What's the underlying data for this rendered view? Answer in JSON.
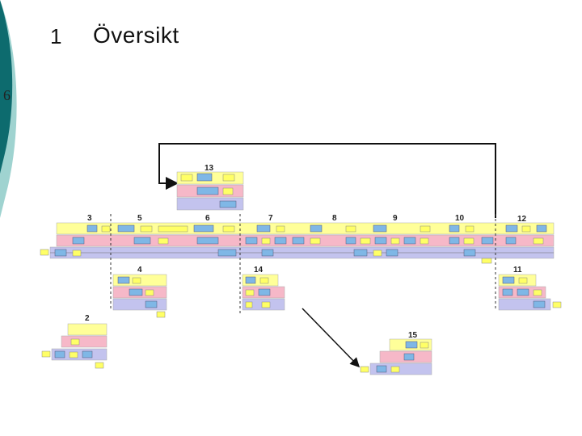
{
  "slide": {
    "number": "1",
    "title": "Översikt",
    "side_digit": "6"
  },
  "diagram": {
    "labels": [
      {
        "id": "l13",
        "text": "13"
      },
      {
        "id": "l3",
        "text": "3"
      },
      {
        "id": "l5",
        "text": "5"
      },
      {
        "id": "l6",
        "text": "6"
      },
      {
        "id": "l7",
        "text": "7"
      },
      {
        "id": "l8",
        "text": "8"
      },
      {
        "id": "l9",
        "text": "9"
      },
      {
        "id": "l10",
        "text": "10"
      },
      {
        "id": "l12",
        "text": "12"
      },
      {
        "id": "l4",
        "text": "4"
      },
      {
        "id": "l14",
        "text": "14"
      },
      {
        "id": "l11",
        "text": "11"
      },
      {
        "id": "l2",
        "text": "2"
      },
      {
        "id": "l15",
        "text": "15"
      }
    ],
    "colors": {
      "yellow": "#ffff99",
      "pink": "#f6b8c8",
      "lavender": "#c3c3ee",
      "shape_blue": "#7fb7e6",
      "shape_yellow": "#ffff66",
      "teal": "#0d6b6e",
      "teal_light": "#9fd3d0"
    }
  }
}
